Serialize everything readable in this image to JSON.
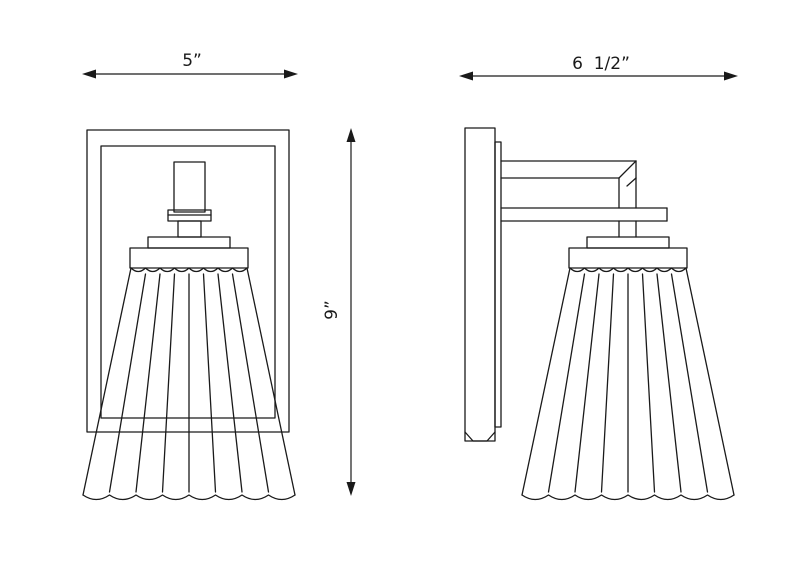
{
  "dimensions": {
    "width_front": "5”",
    "depth_side": "6  1/2”",
    "height": "9”"
  },
  "colors": {
    "line": "#1a1a1a",
    "background": "#ffffff"
  }
}
